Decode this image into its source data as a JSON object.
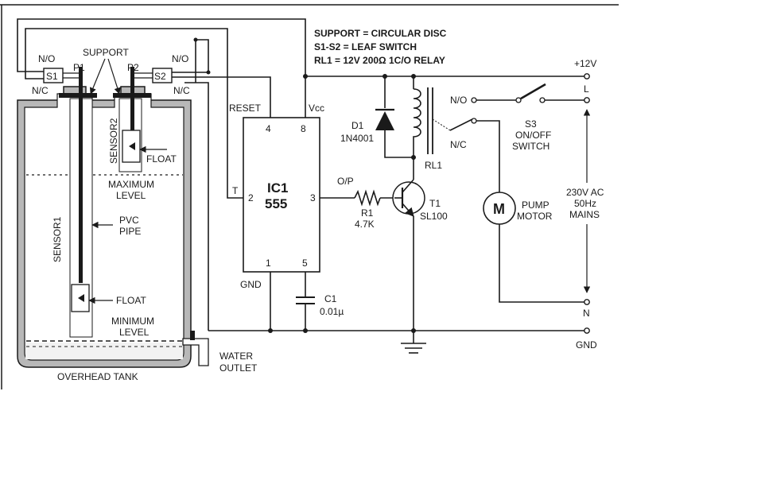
{
  "notes": {
    "line1": "SUPPORT = CIRCULAR DISC",
    "line2": "S1-S2 = LEAF SWITCH",
    "line3": "RL1 = 12V 200Ω 1C/O RELAY"
  },
  "tank": {
    "support": "SUPPORT",
    "s1": "S1",
    "s2": "S2",
    "p1": "P1",
    "p2": "P2",
    "no_left": "N/O",
    "nc_left": "N/C",
    "no_right": "N/O",
    "nc_right": "N/C",
    "sensor1": "SENSOR1",
    "sensor2": "SENSOR2",
    "float_top": "FLOAT",
    "float_bottom": "FLOAT",
    "max_level_1": "MAXIMUM",
    "max_level_2": "LEVEL",
    "min_level_1": "MINIMUM",
    "min_level_2": "LEVEL",
    "pvc_1": "PVC",
    "pvc_2": "PIPE",
    "tank_label": "OVERHEAD TANK",
    "outlet_1": "WATER",
    "outlet_2": "OUTLET"
  },
  "ic": {
    "name_1": "IC1",
    "name_2": "555",
    "reset": "RESET",
    "vcc": "Vcc",
    "pin4": "4",
    "pin8": "8",
    "pin2": "2",
    "pin3": "3",
    "pin1": "1",
    "pin5": "5",
    "t": "T",
    "op": "O/P",
    "gnd": "GND"
  },
  "components": {
    "d1_name": "D1",
    "d1_value": "1N4001",
    "r1_name": "R1",
    "r1_value": "4.7K",
    "c1_name": "C1",
    "c1_value": "0.01µ",
    "t1_name": "T1",
    "t1_value": "SL100",
    "rl1": "RL1",
    "relay_no": "N/O",
    "relay_nc": "N/C",
    "s3_name": "S3",
    "s3_desc_1": "ON/OFF",
    "s3_desc_2": "SWITCH",
    "motor_symbol": "M",
    "motor_1": "PUMP",
    "motor_2": "MOTOR"
  },
  "rails": {
    "plus12": "+12V",
    "gnd": "GND",
    "l": "L",
    "n": "N",
    "mains_1": "230V AC",
    "mains_2": "50Hz",
    "mains_3": "MAINS"
  }
}
